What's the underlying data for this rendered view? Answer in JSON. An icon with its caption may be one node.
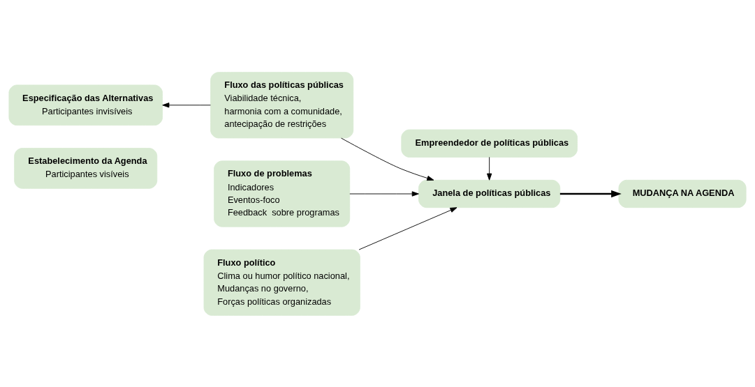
{
  "diagram": {
    "nodes": [
      {
        "text": [
          "Estabelecimento da Agenda",
          "Participantes visíveis"
        ]
      },
      {
        "text": [
          "Especificação das Alternativas",
          "Participantes invisíveis"
        ]
      },
      {
        "text": [
          "Fluxo de problemas",
          "Indicadores",
          "Eventos-foco",
          "Feedback  sobre programas"
        ]
      },
      {
        "text": [
          "Fluxo político",
          "Clima ou humor político nacional,",
          "Mudanças no governo,",
          "Forças políticas organizadas"
        ]
      },
      {
        "text": [
          "Fluxo das políticas públicas",
          "Viabilidade técnica,",
          "harmonia com a comunidade,",
          "antecipação de restrições"
        ]
      },
      {
        "text": [
          "Empreendedor de políticas públicas"
        ]
      },
      {
        "text": [
          "Janela de políticas públicas"
        ]
      },
      {
        "text": [
          "MUDANÇA NA AGENDA"
        ]
      }
    ],
    "edges": [
      {
        "from": 2,
        "to": 6,
        "arrow": "to"
      },
      {
        "from": 3,
        "to": 6,
        "arrow": "to"
      },
      {
        "from": 4,
        "to": 6,
        "arrow": "to"
      },
      {
        "from": 4,
        "to": 1,
        "arrow": "to"
      },
      {
        "from": 5,
        "to": 6,
        "arrow": "to"
      },
      {
        "from": 6,
        "to": 7,
        "arrow": "to",
        "style": "thick"
      }
    ]
  }
}
